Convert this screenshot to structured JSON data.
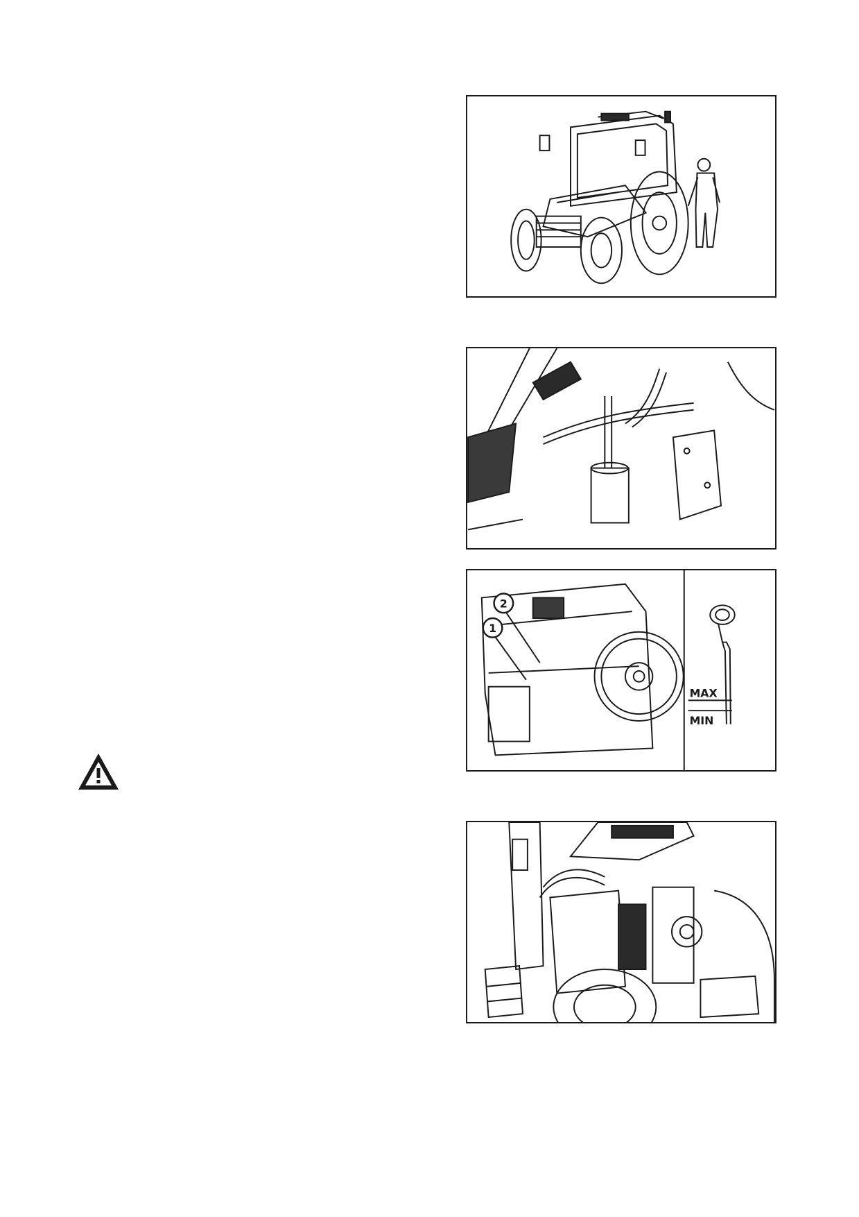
{
  "figures": [
    {
      "id": "fig1",
      "icon": "tractor-with-operator-illustration"
    },
    {
      "id": "fig2",
      "icon": "engine-compartment-hoses-illustration"
    },
    {
      "id": "fig3",
      "icon": "engine-dipstick-illustration",
      "callouts": [
        "1",
        "2"
      ],
      "dipstick": {
        "max_label": "MAX",
        "min_label": "MIN"
      }
    },
    {
      "id": "fig4",
      "icon": "open-hood-engine-bay-illustration"
    }
  ],
  "warning": {
    "icon": "warning-triangle-icon"
  },
  "colors": {
    "line": "#1a1a1a",
    "fill_dark": "#2a2a2a",
    "background": "#ffffff"
  }
}
